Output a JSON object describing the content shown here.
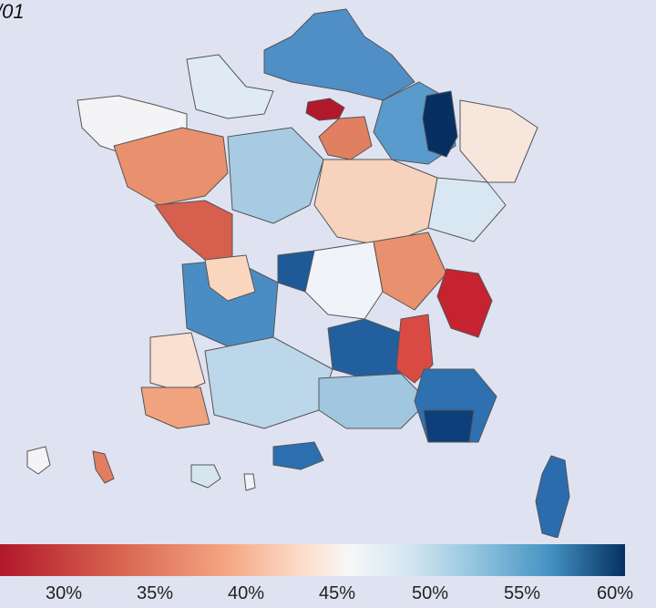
{
  "title": "/01",
  "legend": {
    "ticks": [
      "30%",
      "35%",
      "40%",
      "45%",
      "50%",
      "55%",
      "60%"
    ]
  },
  "colors": {
    "background": "#dfe3f1",
    "scale_low": "#b2182b",
    "scale_mid": "#f7f7f7",
    "scale_high": "#053061"
  }
}
